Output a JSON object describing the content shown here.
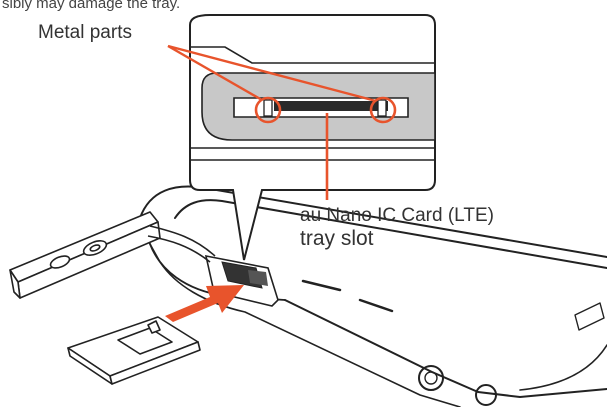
{
  "top_note": "sibly may damage the tray.",
  "labels": {
    "metal_parts": "Metal parts",
    "slot_name": "au Nano IC Card (LTE)",
    "slot_suffix": "tray slot"
  },
  "colors": {
    "callout": "#e8542c",
    "line": "#222222",
    "metal_fill": "#c8c8c8",
    "slot_dark": "#333333"
  }
}
